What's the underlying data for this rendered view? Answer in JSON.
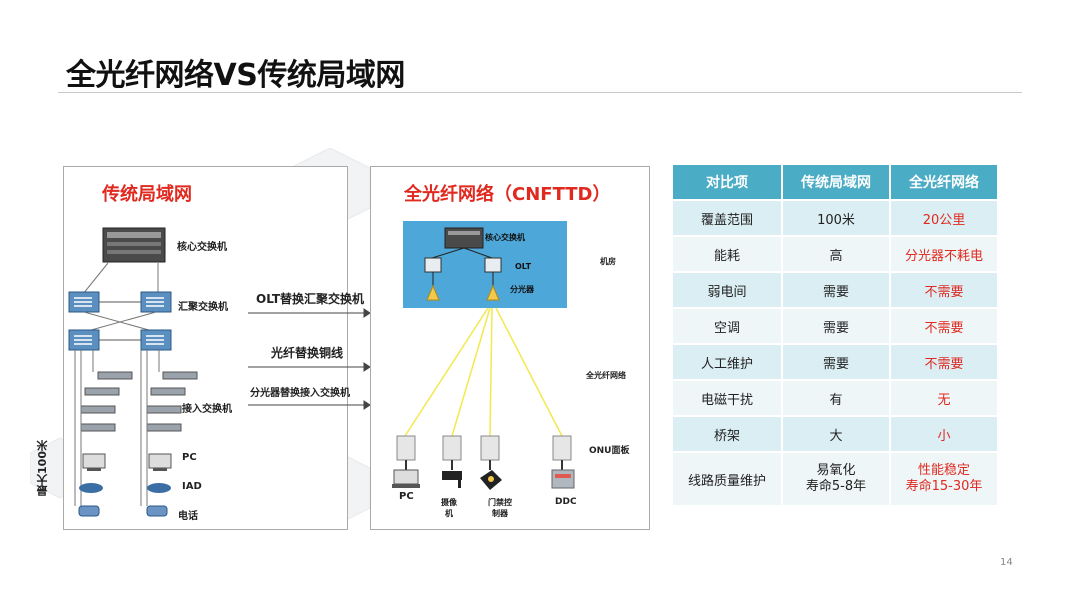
{
  "title": "全光纤网络VS传统局域网",
  "page_number": "14",
  "left": {
    "heading": "传统局域网",
    "core_switch": "核心交换机",
    "agg_switch": "汇聚交换机",
    "access_switch": "接入交换机",
    "pc": "PC",
    "iad": "IAD",
    "phone": "电话",
    "max_distance": "最大100米"
  },
  "arrows": {
    "olt": "OLT替换汇聚交换机",
    "fiber": "光纤替换铜线",
    "splitter": "分光器替换接入交换机"
  },
  "right": {
    "heading": "全光纤网络（CNFTTD）",
    "core_switch": "核心交换机",
    "olt": "OLT",
    "splitter": "分光器",
    "room": "机房",
    "network": "全光纤网络",
    "onu": "ONU面板",
    "pc": "PC",
    "camera": "摄像\n机",
    "access_ctrl": "门禁控\n制器",
    "ddc": "DDC"
  },
  "table": {
    "headers": [
      "对比项",
      "传统局域网",
      "全光纤网络"
    ],
    "rows": [
      [
        "覆盖范围",
        "100米",
        "20公里"
      ],
      [
        "能耗",
        "高",
        "分光器不耗电"
      ],
      [
        "弱电间",
        "需要",
        "不需要"
      ],
      [
        "空调",
        "需要",
        "不需要"
      ],
      [
        "人工维护",
        "需要",
        "不需要"
      ],
      [
        "电磁干扰",
        "有",
        "无"
      ],
      [
        "桥架",
        "大",
        "小"
      ],
      [
        "线路质量维护",
        "易氧化\n寿命5-8年",
        "性能稳定\n寿命15-30年"
      ]
    ]
  },
  "colors": {
    "accent_red": "#e0291f",
    "table_header": "#4bacc6",
    "room_blue": "#4ea7d9",
    "fiber_yellow": "#f2e94e"
  }
}
